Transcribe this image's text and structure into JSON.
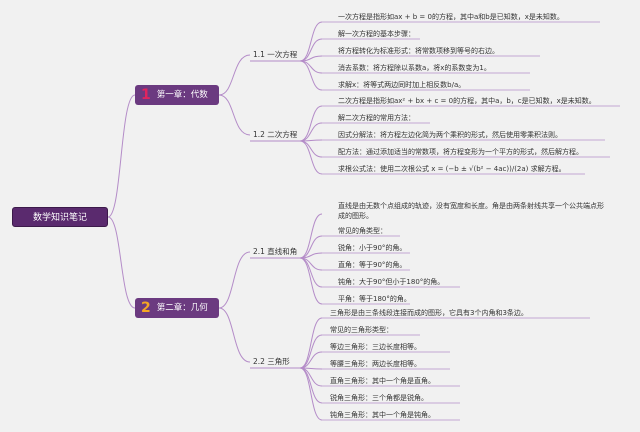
{
  "root": {
    "label": "数学知识笔记"
  },
  "chapters": [
    {
      "number": "1",
      "label": "第一章：代数",
      "sections": [
        {
          "label": "1.1 一次方程",
          "items": [
            "一次方程是指形如ax + b = 0的方程，其中a和b是已知数，x是未知数。",
            "解一次方程的基本步骤：",
            "将方程转化为标准形式：将常数项移到等号的右边。",
            "消去系数：将方程除以系数a，将x的系数变为1。",
            "求解x：将等式两边同时加上相反数b/a。"
          ]
        },
        {
          "label": "1.2 二次方程",
          "items": [
            "二次方程是指形如ax² + bx + c = 0的方程，其中a，b，c是已知数，x是未知数。",
            "解二次方程的常用方法：",
            "因式分解法：将方程左边化简为两个乘积的形式，然后使用零乘积法则。",
            "配方法：通过添加适当的常数项，将方程变形为一个平方的形式，然后解方程。",
            "求根公式法：使用二次根公式 x = (−b ± √(b² − 4ac))/(2a) 求解方程。"
          ]
        }
      ]
    },
    {
      "number": "2",
      "label": "第二章：几何",
      "sections": [
        {
          "label": "2.1 直线和角",
          "items": [
            "直线是由无数个点组成的轨迹，没有宽度和长度。角是由两条射线共享一个公共端点形成的图形。",
            "常见的角类型：",
            "锐角：小于90°的角。",
            "直角：等于90°的角。",
            "钝角：大于90°但小于180°的角。",
            "平角：等于180°的角。"
          ]
        },
        {
          "label": "2.2 三角形",
          "items": [
            "三角形是由三条线段连接而成的图形，它具有3个内角和3条边。",
            "常见的三角形类型：",
            "等边三角形：三边长度相等。",
            "等腰三角形：两边长度相等。",
            "直角三角形：其中一个角是直角。",
            "锐角三角形：三个角都是锐角。",
            "钝角三角形：其中一个角是钝角。"
          ]
        }
      ]
    }
  ],
  "colors": {
    "root": "#5a2a6e",
    "chapter": "#6b3a80",
    "chapter1_number": "#e0245e",
    "chapter2_number": "#f5a623",
    "connector": "#b48cc8"
  }
}
